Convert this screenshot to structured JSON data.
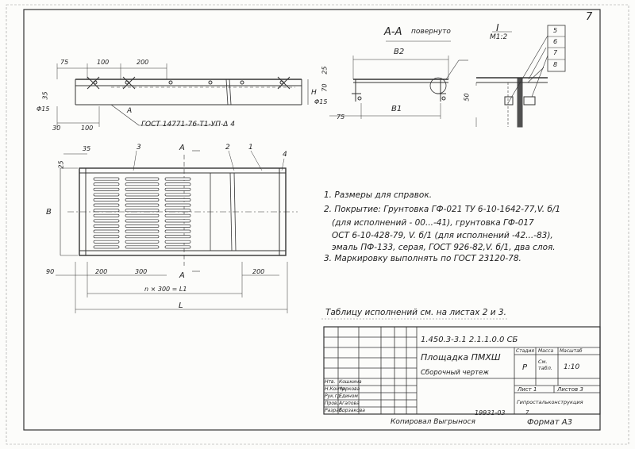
{
  "sheet_number": "7",
  "section": {
    "label": "А-А",
    "note": "повернуто",
    "detail_mark": "I",
    "detail_scale": "М1:2",
    "dim_b2": "В2",
    "dim_b1": "В1",
    "dim_25": "25",
    "dim_70": "70",
    "dim_phi15": "Φ15",
    "dim_75": "75",
    "dim_50": "50",
    "detail_items": [
      "5",
      "6",
      "7",
      "8"
    ]
  },
  "side_view": {
    "dim_75": "75",
    "dim_100": "100",
    "dim_200": "200",
    "dim_35": "35",
    "dim_phi15": "Φ15",
    "dim_30": "30",
    "dim_100b": "100",
    "dim_h": "Н",
    "marker_a": "А",
    "gost_note": "ГОСТ 14771-76-Т1-УП-Δ 4"
  },
  "plan_view": {
    "dim_35": "35",
    "dim_25": "25",
    "cut_label": "А",
    "pos_3": "3",
    "pos_2": "2",
    "pos_1": "1",
    "pos_4": "4",
    "dim_b": "В",
    "dim_90": "90",
    "dim_200a": "200",
    "dim_300": "300",
    "dim_200b": "200",
    "dim_n300": "n × 300 = L1",
    "dim_l": "L"
  },
  "notes": [
    "1. Размеры для справок.",
    "2. Покрытие: Грунтовка ГФ-021 ТУ 6-10-1642-77,V. б/1",
    "(для исполнений - 00...-41), грунтовка ГФ-017",
    "ОСТ 6-10-428-79, V. б/1 (для исполнений -42...-83),",
    "эмаль ПФ-133, серая, ГОСТ 926-82,V. б/1, два слоя.",
    "3. Маркировку выполнять по ГОСТ 23120-78."
  ],
  "table_ref": "Таблицу исполнений см. на листах 2 и 3.",
  "title_block": {
    "doc_code": "1.450.3-3.1  2.1.1.0.0 СБ",
    "title": "Площадка ПМХШ",
    "subtitle": "Сборочный чертеж",
    "col_stage": "Стадия",
    "col_mass": "Масса",
    "col_scale": "Масштаб",
    "stage": "Р",
    "mass": "См. табл.",
    "scale": "1:10",
    "sheet": "Лист 1",
    "sheets": "Листов 3",
    "org": "Гипростальконструкция",
    "roles": [
      "Нтв.",
      "Н.Контр.",
      "Рук.гр.",
      "Пров.",
      "Разраб."
    ],
    "names": [
      "Кошкина",
      "Чиркова",
      "Едином",
      "Агапова",
      "Борзакова"
    ],
    "dates": [
      "",
      "",
      "",
      "",
      ""
    ]
  },
  "bottom": {
    "copied": "Копировал Выгрынося",
    "archive": "19931-03",
    "small7": "7",
    "format": "Формат А3"
  }
}
